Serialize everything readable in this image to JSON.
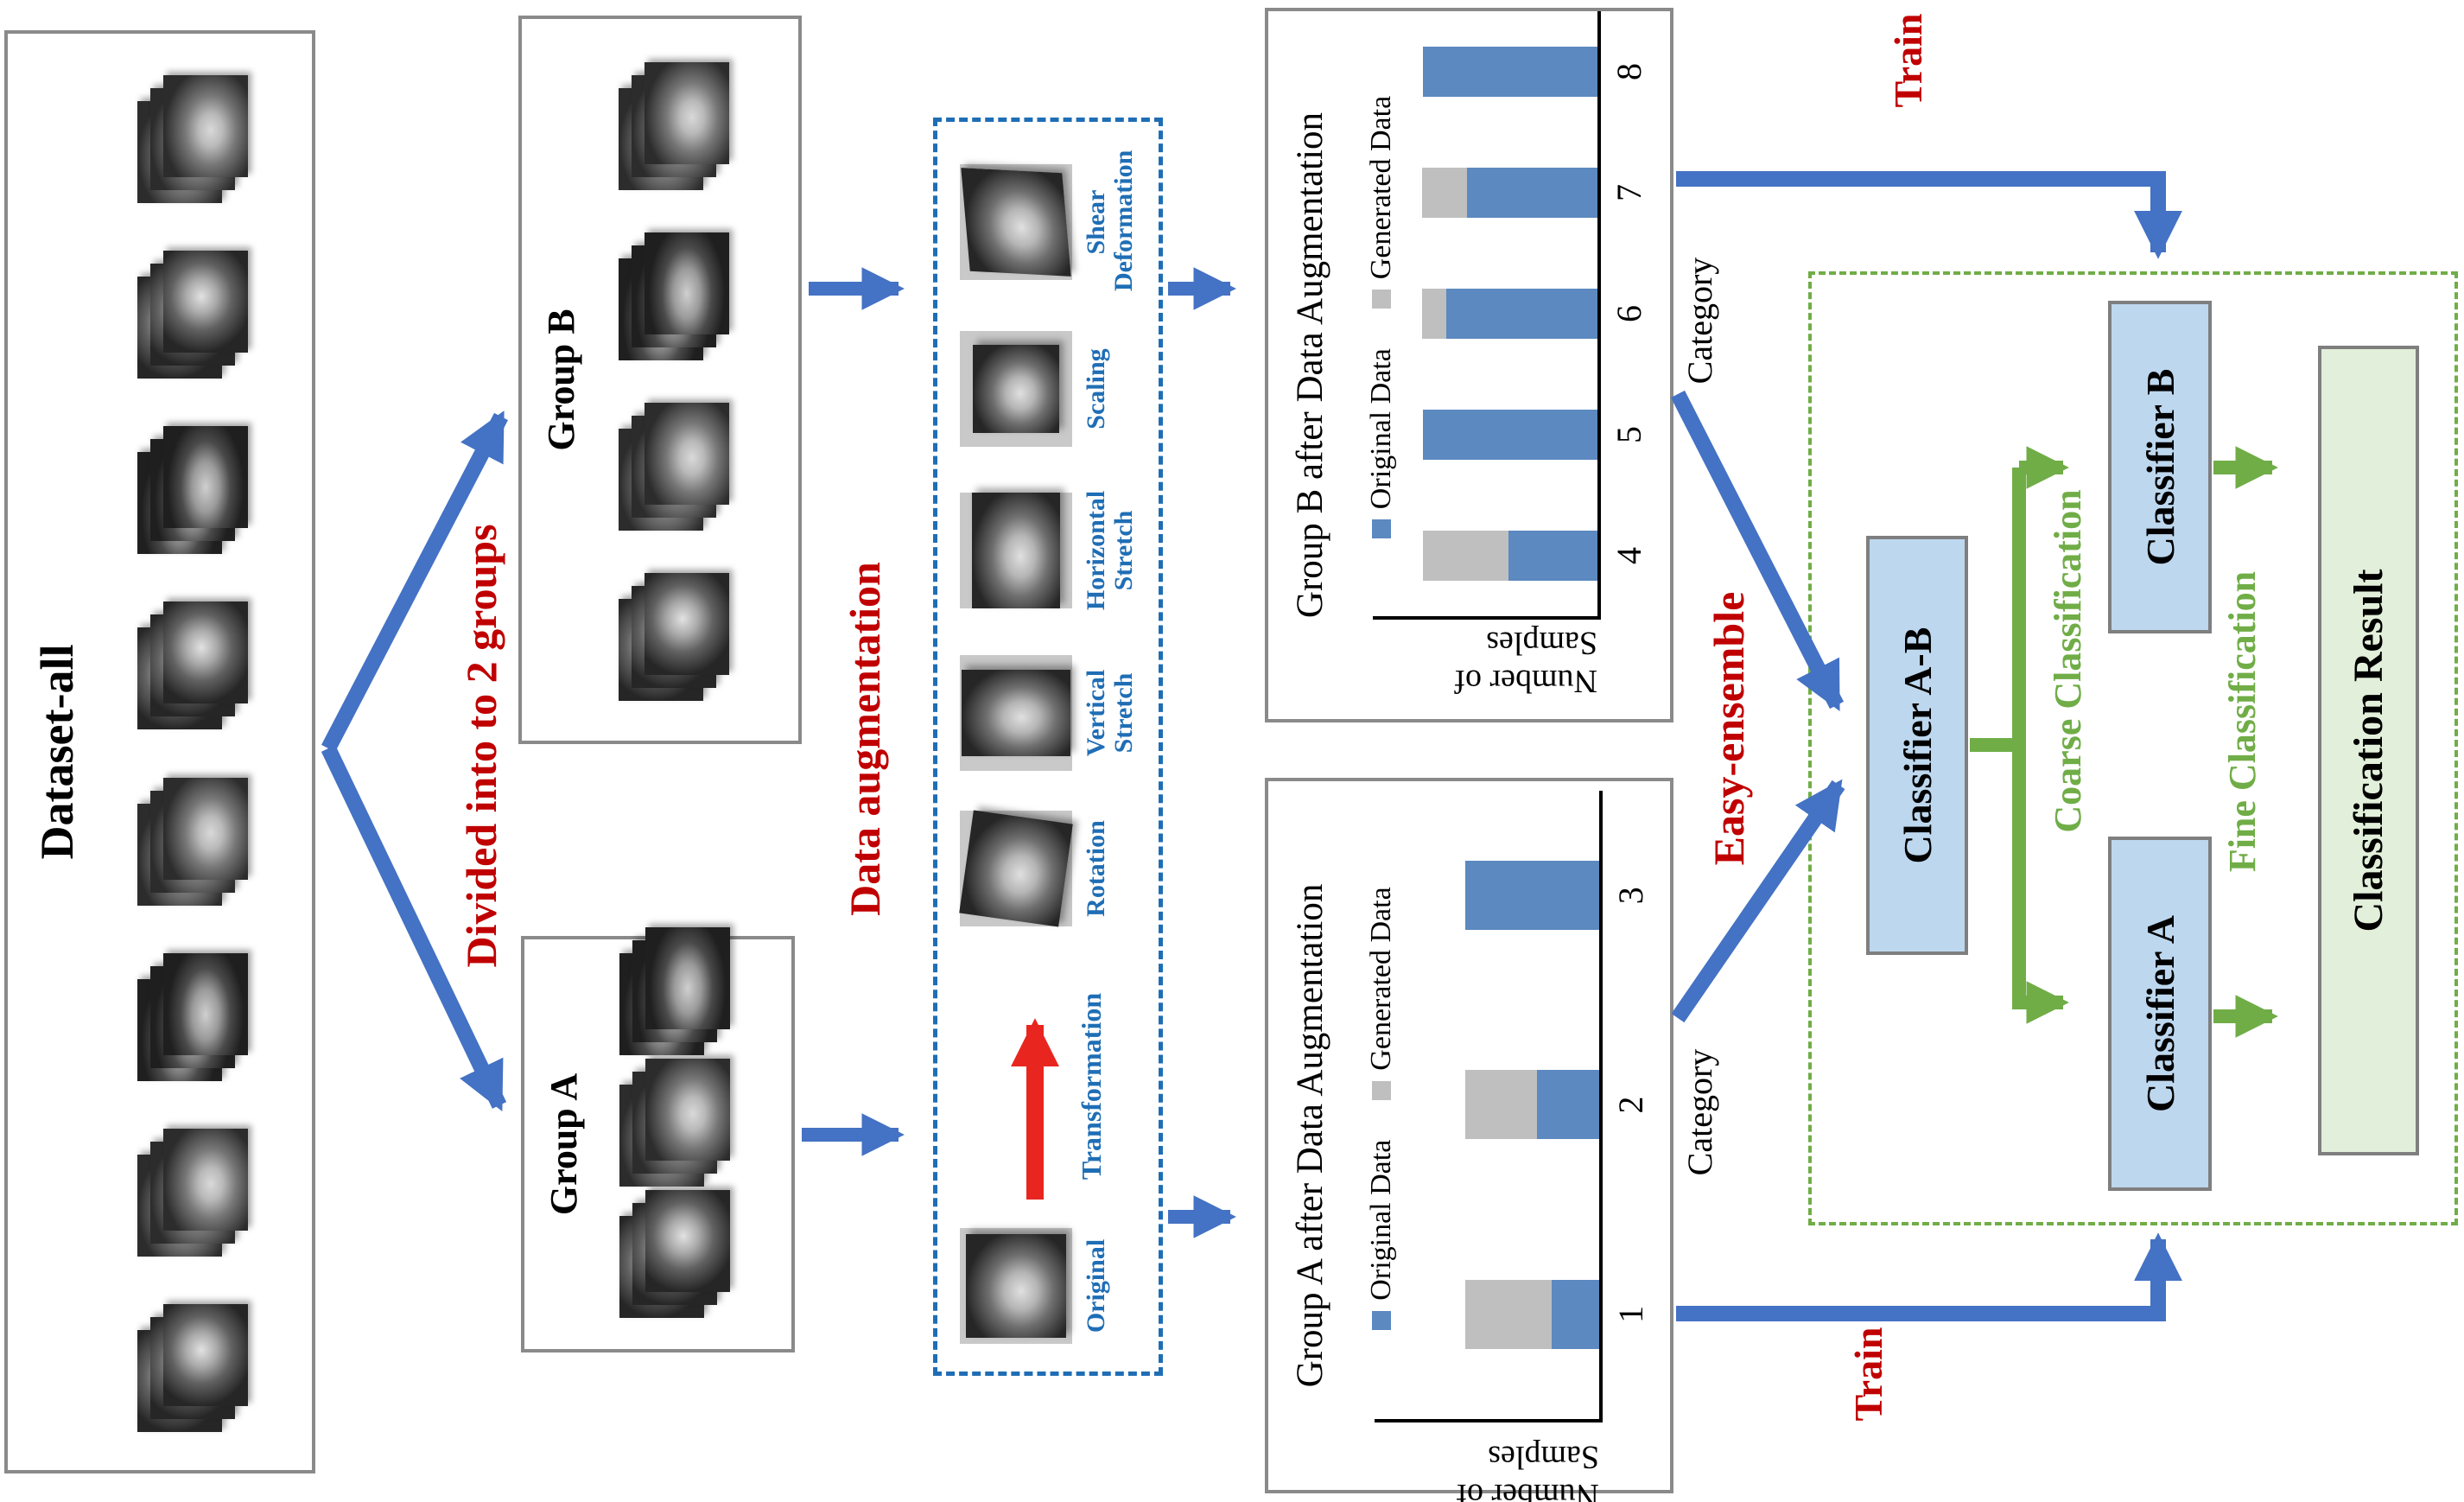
{
  "colors": {
    "arrow_blue": "#4472C4",
    "accent_red": "#C00000",
    "bright_red": "#E8261F",
    "label_blue": "#1F6EB5",
    "green": "#70AD47",
    "classifier_fill": "#BDD7EE",
    "result_fill": "#E2EFDA",
    "border_gray": "#8a8a8a",
    "bar_blue": "#5B89C0",
    "bar_gray": "#BFBFBF"
  },
  "dataset": {
    "label": "Dataset-all",
    "stack_count": 8
  },
  "split": {
    "label": "Divided into to 2 groups"
  },
  "groups": {
    "a": {
      "label": "Group A",
      "stack_count": 3
    },
    "b": {
      "label": "Group B",
      "stack_count": 4
    }
  },
  "augmentation": {
    "section_label": "Data augmentation",
    "arrow_label": "Transformation",
    "items": [
      {
        "label": "Original"
      },
      {
        "label": "Rotation"
      },
      {
        "label": "Vertical Stretch"
      },
      {
        "label": "Horizontal Stretch"
      },
      {
        "label": "Scaling"
      },
      {
        "label": "Shear Deformation"
      }
    ]
  },
  "ensemble": {
    "label": "Easy-ensemble"
  },
  "train": {
    "top": "Train",
    "bottom": "Train"
  },
  "classifiers": {
    "ab": "Classifier A-B",
    "a": "Classifier A",
    "b": "Classifier B",
    "coarse": "Coarse Classification",
    "fine": "Fine Classification",
    "result": "Classification Result"
  },
  "chart_data": [
    {
      "type": "bar",
      "stacked": true,
      "title": "Group A after Data Augmentation",
      "categories": [
        "1",
        "2",
        "3"
      ],
      "series": [
        {
          "name": "Original Data",
          "values": [
            55,
            72,
            155
          ]
        },
        {
          "name": "Generated Data",
          "values": [
            100,
            83,
            0
          ]
        }
      ],
      "xlabel": "Category",
      "ylabel": "Number of Samples",
      "ylim": [
        0,
        260
      ],
      "grid": false,
      "legend_position": "top",
      "note": "equal stacked totals of 155 units per category after augmentation"
    },
    {
      "type": "bar",
      "stacked": true,
      "title": "Group B after Data Augmentation",
      "categories": [
        "4",
        "5",
        "6",
        "7",
        "8"
      ],
      "series": [
        {
          "name": "Original Data",
          "values": [
            103,
            202,
            175,
            151,
            202
          ]
        },
        {
          "name": "Generated Data",
          "values": [
            99,
            0,
            28,
            52,
            0
          ]
        }
      ],
      "xlabel": "Category",
      "ylabel": "Number of Samples",
      "ylim": [
        0,
        260
      ],
      "grid": false,
      "legend_position": "top",
      "note": "equal stacked totals of 202 units per category after augmentation"
    }
  ]
}
